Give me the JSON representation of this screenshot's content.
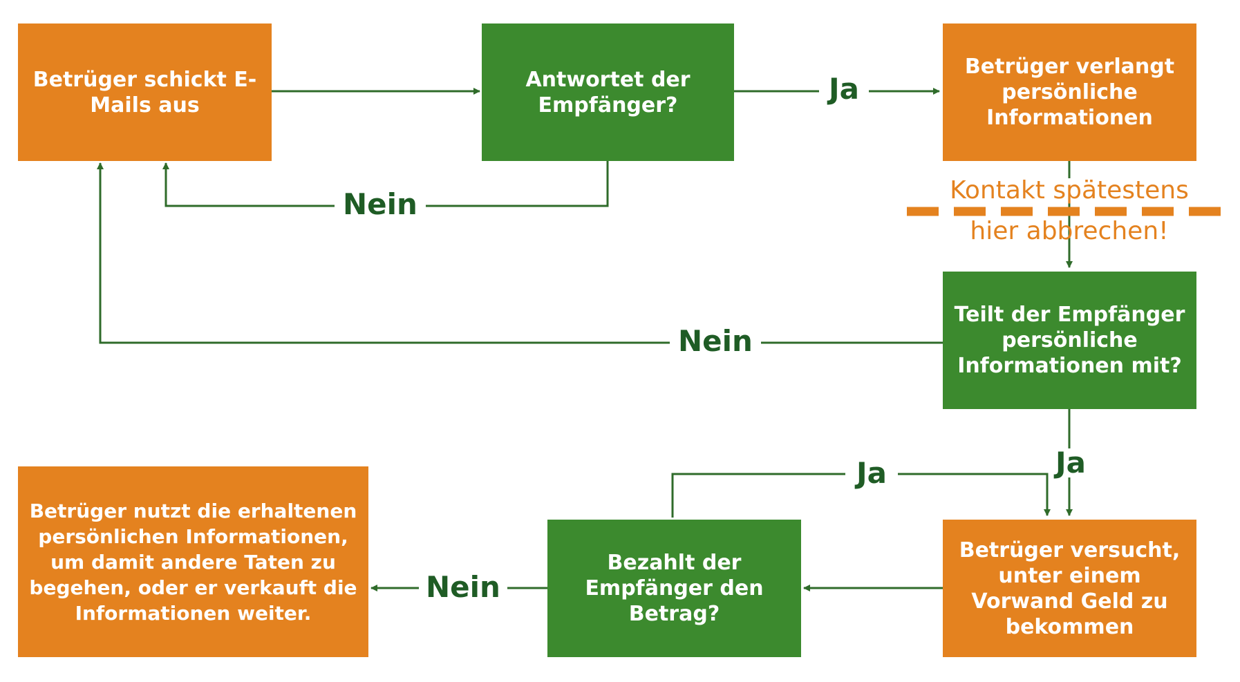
{
  "colors": {
    "orange": "#e4821f",
    "green": "#3c8a2e",
    "arrow": "#2f6b2a",
    "label_text": "#1f5c25",
    "warning_text": "#e4821f"
  },
  "nodes": {
    "send_emails": "Betrüger schickt E-Mails aus",
    "recipient_answers": "Antwortet der Empfänger?",
    "requests_info": "Betrüger verlangt persönliche Informationen",
    "shares_info": "Teilt der Empfänger persönliche Informationen mit?",
    "tries_money": "Betrüger versucht, unter einem Vorwand Geld zu bekommen",
    "pays_amount": "Bezahlt der Empfänger den Betrag?",
    "uses_info": "Betrüger nutzt die erhaltenen persönlichen Informationen, um damit andere Taten zu begehen, oder er verkauft die Informationen weiter."
  },
  "labels": {
    "no_answer": "Nein",
    "yes_answer": "Ja",
    "no_share": "Nein",
    "yes_share": "Ja",
    "yes_pays": "Ja",
    "no_pays": "Nein"
  },
  "warning": {
    "line1": "Kontakt spätestens",
    "line2": "hier abbrechen!"
  }
}
